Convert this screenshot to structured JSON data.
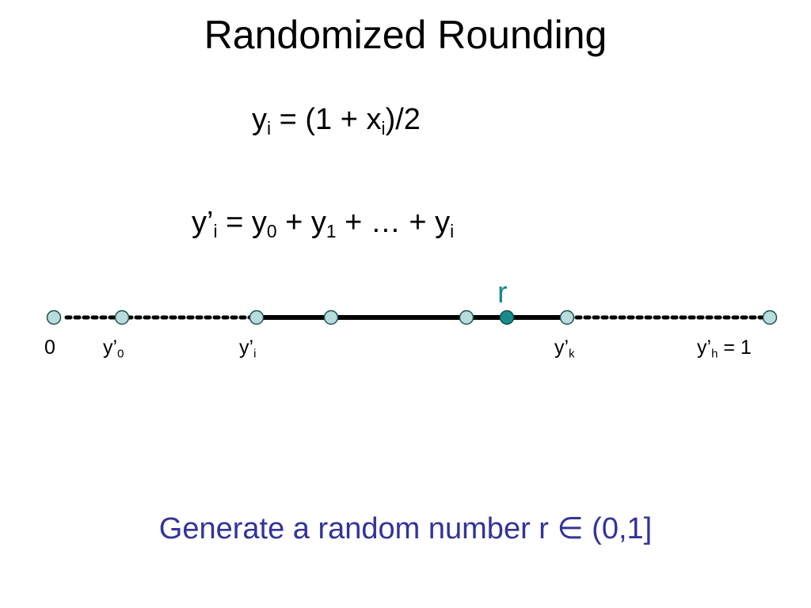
{
  "title": "Randomized Rounding",
  "eq1": {
    "lhs": "y",
    "lhs_sub": "i",
    "mid": " = (1 + x",
    "mid_sub": "i",
    "rhs": ")/2"
  },
  "eq2": {
    "lhs": "y’",
    "lhs_sub": "i",
    "t0": " = y",
    "s0": "0",
    "t1": " + y",
    "s1": "1",
    "t2": " + … + y",
    "s2": "i"
  },
  "number_line": {
    "labels": {
      "zero": "0",
      "y0": {
        "base": "y’",
        "sub": "0"
      },
      "yi": {
        "base": "y’",
        "sub": "i"
      },
      "yk": {
        "base": "y’",
        "sub": "k"
      },
      "yh": {
        "base": "y’",
        "sub": "h",
        "suffix": " = 1"
      }
    },
    "r_label": "r",
    "colors": {
      "node": "#b7dcdc",
      "r_node": "#1a8a8a",
      "r_text": "#1a8a8a",
      "line": "#000000"
    }
  },
  "footer": {
    "text": "Generate a random number r ∈ (0,1]",
    "color": "#33339a"
  }
}
